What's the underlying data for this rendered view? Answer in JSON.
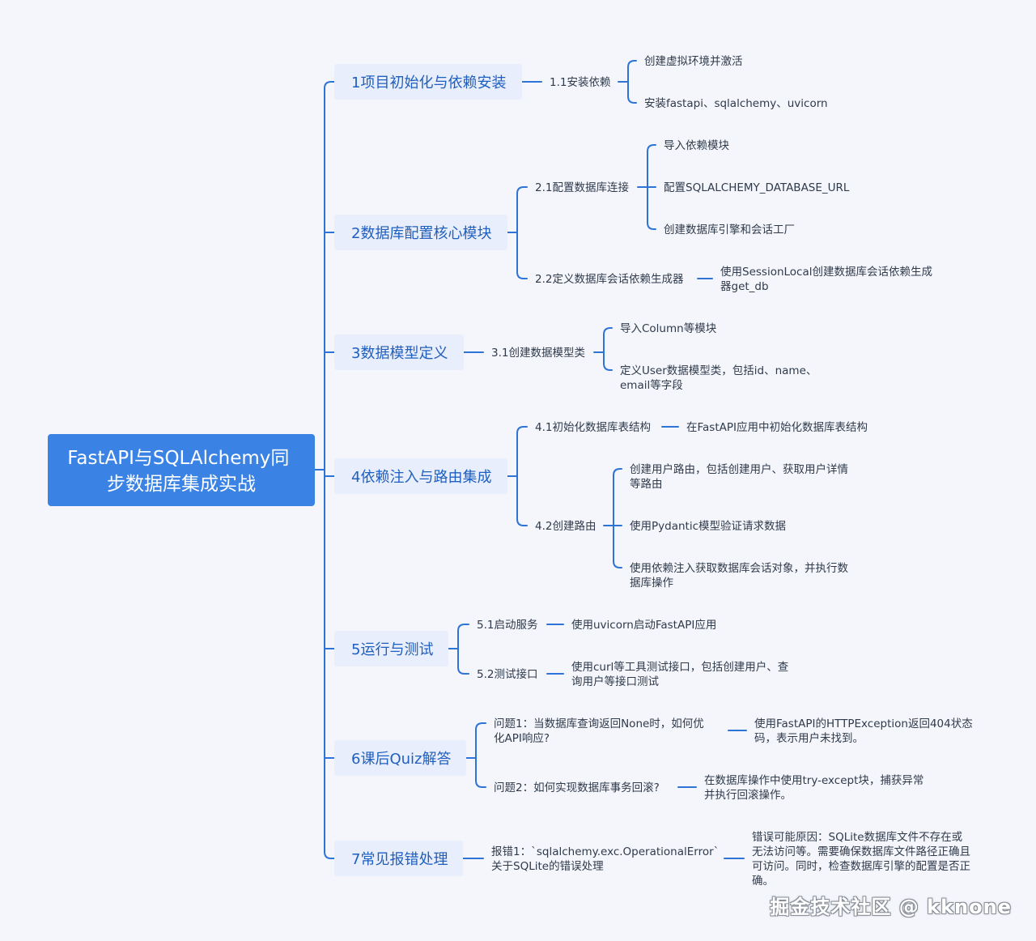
{
  "root": {
    "lines": [
      "FastAPI与SQLAlchemy同",
      "步数据库集成实战"
    ]
  },
  "branches": [
    {
      "label": "1项目初始化与依赖安装",
      "children": [
        {
          "label": [
            "1.1安装依赖"
          ],
          "children": [
            {
              "label": [
                "创建虚拟环境并激活"
              ]
            },
            {
              "label": [
                "安装fastapi、sqlalchemy、uvicorn"
              ]
            }
          ]
        }
      ]
    },
    {
      "label": "2数据库配置核心模块",
      "children": [
        {
          "label": [
            "2.1配置数据库连接"
          ],
          "children": [
            {
              "label": [
                "导入依赖模块"
              ]
            },
            {
              "label": [
                "配置SQLALCHEMY_DATABASE_URL"
              ]
            },
            {
              "label": [
                "创建数据库引擎和会话工厂"
              ]
            }
          ]
        },
        {
          "label": [
            "2.2定义数据库会话依赖生成器"
          ],
          "children": [
            {
              "label": [
                "使用SessionLocal创建数据库会话依赖生成",
                "器get_db"
              ]
            }
          ]
        }
      ]
    },
    {
      "label": "3数据模型定义",
      "children": [
        {
          "label": [
            "3.1创建数据模型类"
          ],
          "children": [
            {
              "label": [
                "导入Column等模块"
              ]
            },
            {
              "label": [
                "定义User数据模型类，包括id、name、",
                "email等字段"
              ]
            }
          ]
        }
      ]
    },
    {
      "label": "4依赖注入与路由集成",
      "children": [
        {
          "label": [
            "4.1初始化数据库表结构"
          ],
          "children": [
            {
              "label": [
                "在FastAPI应用中初始化数据库表结构"
              ]
            }
          ]
        },
        {
          "label": [
            "4.2创建路由"
          ],
          "children": [
            {
              "label": [
                "创建用户路由，包括创建用户、获取用户详情",
                "等路由"
              ]
            },
            {
              "label": [
                "使用Pydantic模型验证请求数据"
              ]
            },
            {
              "label": [
                "使用依赖注入获取数据库会话对象，并执行数",
                "据库操作"
              ]
            }
          ]
        }
      ]
    },
    {
      "label": "5运行与测试",
      "children": [
        {
          "label": [
            "5.1启动服务"
          ],
          "children": [
            {
              "label": [
                "使用uvicorn启动FastAPI应用"
              ]
            }
          ]
        },
        {
          "label": [
            "5.2测试接口"
          ],
          "children": [
            {
              "label": [
                "使用curl等工具测试接口，包括创建用户、查",
                "询用户等接口测试"
              ]
            }
          ]
        }
      ]
    },
    {
      "label": "6课后Quiz解答",
      "children": [
        {
          "label": [
            "问题1：当数据库查询返回None时，如何优",
            "化API响应?"
          ],
          "children": [
            {
              "label": [
                "使用FastAPI的HTTPException返回404状态",
                "码，表示用户未找到。"
              ]
            }
          ]
        },
        {
          "label": [
            "问题2：如何实现数据库事务回滚?"
          ],
          "children": [
            {
              "label": [
                "在数据库操作中使用try-except块，捕获异常",
                "并执行回滚操作。"
              ]
            }
          ]
        }
      ]
    },
    {
      "label": "7常见报错处理",
      "children": [
        {
          "label": [
            "报错1：`sqlalchemy.exc.OperationalError`",
            "关于SQLite的错误处理"
          ],
          "children": [
            {
              "label": [
                "错误可能原因：SQLite数据库文件不存在或",
                "无法访问等。需要确保数据库文件路径正确且",
                "可访问。同时，检查数据库引擎的配置是否正",
                "确。"
              ]
            }
          ]
        }
      ]
    }
  ],
  "watermark": "掘金技术社区 @ kknone",
  "colors": {
    "line": "#2d74d6",
    "root_fill": "#3a82e4",
    "branch_fill": "#e8eefb",
    "branch_text": "#1f5fbf",
    "background": "#f4f6fc"
  }
}
